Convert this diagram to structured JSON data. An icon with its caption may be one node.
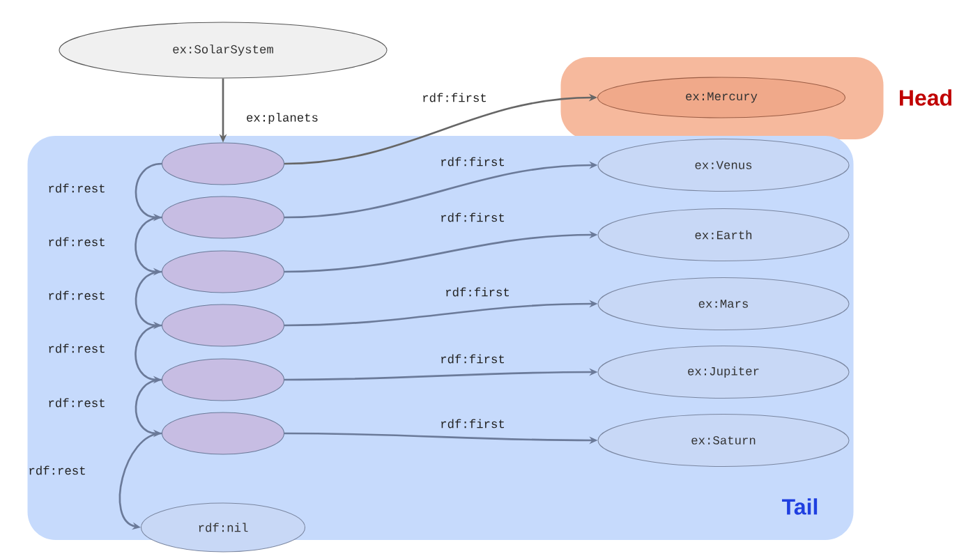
{
  "diagram": {
    "nodes": [
      {
        "text": [
          "ex:SolarSystem"
        ]
      },
      {
        "text": [
          "Head"
        ]
      },
      {
        "text": [
          "ex:Mercury"
        ],
        "in": 1
      },
      {
        "text": [
          "Tail"
        ]
      },
      {
        "text": [],
        "shape": "ellipse",
        "in": 3
      },
      {
        "text": [],
        "shape": "ellipse",
        "in": 3
      },
      {
        "text": [],
        "shape": "ellipse",
        "in": 3
      },
      {
        "text": [],
        "shape": "ellipse",
        "in": 3
      },
      {
        "text": [],
        "shape": "ellipse",
        "in": 3
      },
      {
        "text": [],
        "shape": "ellipse",
        "in": 3
      },
      {
        "text": [
          "ex:Venus"
        ],
        "in": 3
      },
      {
        "text": [
          "ex:Earth"
        ],
        "in": 3
      },
      {
        "text": [
          "ex:Mars"
        ],
        "in": 3
      },
      {
        "text": [
          "ex:Jupiter"
        ],
        "in": 3
      },
      {
        "text": [
          "ex:Saturn"
        ],
        "in": 3
      },
      {
        "text": [
          "rdf:nil"
        ],
        "in": 3
      }
    ],
    "edges": [
      {
        "from": 0,
        "to": 4,
        "arrow": "to",
        "label": "ex:planets",
        "color": "#666666"
      },
      {
        "from": 4,
        "to": 2,
        "arrow": "to",
        "label": "rdf:first",
        "color": "#666666"
      },
      {
        "from": 5,
        "to": 10,
        "arrow": "to",
        "label": "rdf:first"
      },
      {
        "from": 6,
        "to": 11,
        "arrow": "to",
        "label": "rdf:first"
      },
      {
        "from": 7,
        "to": 12,
        "arrow": "to",
        "label": "rdf:first"
      },
      {
        "from": 8,
        "to": 13,
        "arrow": "to",
        "label": "rdf:first"
      },
      {
        "from": 9,
        "to": 14,
        "arrow": "to",
        "label": "rdf:first"
      },
      {
        "from": 4,
        "to": 5,
        "arrow": "to",
        "label": "rdf:rest"
      },
      {
        "from": 5,
        "to": 6,
        "arrow": "to",
        "label": "rdf:rest"
      },
      {
        "from": 6,
        "to": 7,
        "arrow": "to",
        "label": "rdf:rest"
      },
      {
        "from": 7,
        "to": 8,
        "arrow": "to",
        "label": "rdf:rest"
      },
      {
        "from": 8,
        "to": 9,
        "arrow": "to",
        "label": "rdf:rest"
      },
      {
        "from": 9,
        "to": 15,
        "arrow": "to",
        "label": "rdf:rest"
      }
    ]
  }
}
